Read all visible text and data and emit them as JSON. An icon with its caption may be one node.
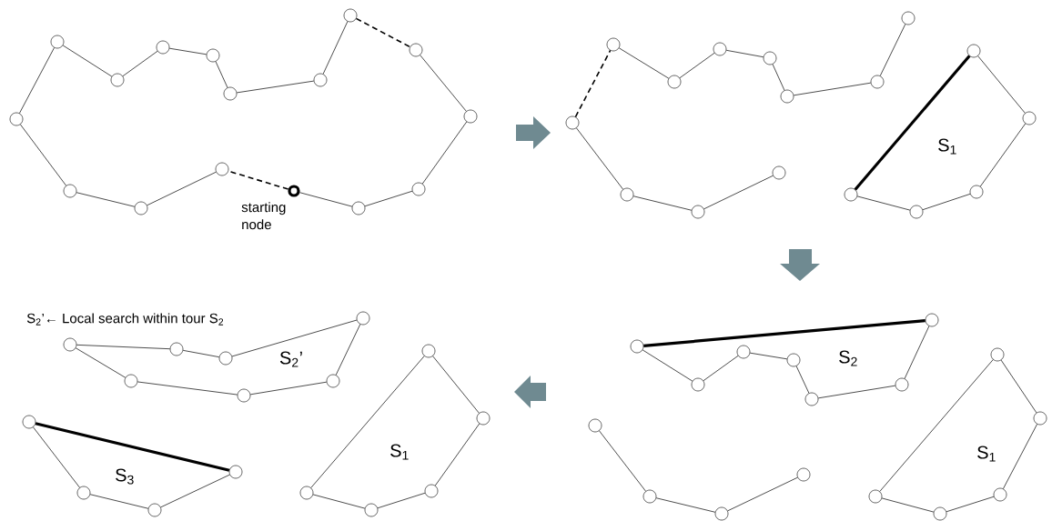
{
  "diagram": {
    "nodes": [
      {
        "text": [],
        "shape": "circle"
      },
      {
        "text": [],
        "shape": "circle"
      },
      {
        "text": [],
        "shape": "circle"
      },
      {
        "text": [],
        "shape": "circle"
      },
      {
        "text": [],
        "shape": "circle"
      },
      {
        "text": [],
        "shape": "circle"
      },
      {
        "text": [],
        "shape": "circle"
      },
      {
        "text": [],
        "shape": "circle"
      },
      {
        "text": [],
        "shape": "circle"
      },
      {
        "text": [],
        "shape": "circle"
      },
      {
        "text": [],
        "shape": "circle"
      },
      {
        "text": [],
        "shape": "circle"
      },
      {
        "text": [],
        "shape": "circle",
        "beside": [
          "starting node"
        ]
      },
      {
        "text": [],
        "shape": "circle"
      },
      {
        "text": [],
        "shape": "circle"
      },
      {
        "text": [],
        "shape": "circle"
      },
      {
        "text": [],
        "shape": "circle"
      },
      {
        "text": [],
        "shape": "circle"
      },
      {
        "text": [],
        "shape": "circle"
      },
      {
        "text": [],
        "shape": "circle"
      },
      {
        "text": [],
        "shape": "circle"
      },
      {
        "text": [],
        "shape": "circle"
      },
      {
        "text": [],
        "shape": "circle"
      },
      {
        "text": [],
        "shape": "circle"
      },
      {
        "text": [],
        "shape": "circle"
      },
      {
        "text": [],
        "shape": "circle"
      },
      {
        "text": [],
        "shape": "circle"
      },
      {
        "text": [],
        "shape": "circle"
      },
      {
        "text": [],
        "shape": "circle"
      },
      {
        "text": [],
        "shape": "circle"
      },
      {
        "text": [],
        "shape": "circle"
      },
      {
        "text": [],
        "shape": "circle"
      },
      {
        "text": [],
        "shape": "circle"
      },
      {
        "text": [],
        "shape": "circle"
      },
      {
        "text": [],
        "shape": "circle"
      },
      {
        "text": [],
        "shape": "circle"
      },
      {
        "text": [],
        "shape": "circle"
      },
      {
        "text": [],
        "shape": "circle"
      },
      {
        "text": [],
        "shape": "circle"
      },
      {
        "text": [],
        "shape": "circle"
      },
      {
        "text": [],
        "shape": "circle"
      },
      {
        "text": [],
        "shape": "circle"
      },
      {
        "text": [],
        "shape": "circle"
      },
      {
        "text": [],
        "shape": "circle"
      },
      {
        "text": [],
        "shape": "circle"
      },
      {
        "text": [],
        "shape": "circle"
      },
      {
        "text": [],
        "shape": "circle"
      },
      {
        "text": [],
        "shape": "circle"
      },
      {
        "text": [],
        "shape": "circle"
      },
      {
        "text": [],
        "shape": "circle"
      },
      {
        "text": [],
        "shape": "circle"
      },
      {
        "text": [],
        "shape": "circle"
      },
      {
        "text": [],
        "shape": "circle"
      },
      {
        "text": [],
        "shape": "circle"
      },
      {
        "text": [],
        "shape": "circle"
      },
      {
        "text": [],
        "shape": "circle"
      },
      {
        "text": [],
        "shape": "circle"
      },
      {
        "text": [],
        "shape": "circle"
      },
      {
        "text": [],
        "shape": "circle"
      },
      {
        "text": [],
        "shape": "circle"
      },
      {
        "text": [],
        "shape": "circle"
      },
      {
        "text": [],
        "shape": "circle"
      },
      {
        "text": [],
        "shape": "circle"
      },
      {
        "text": [],
        "shape": "circle"
      }
    ],
    "edges": [
      {
        "from": 0,
        "to": 1,
        "arrow": "none"
      },
      {
        "from": 1,
        "to": 2,
        "arrow": "none"
      },
      {
        "from": 2,
        "to": 3,
        "arrow": "none"
      },
      {
        "from": 3,
        "to": 4,
        "arrow": "none"
      },
      {
        "from": 4,
        "to": 5,
        "arrow": "none"
      },
      {
        "from": 5,
        "to": 6,
        "arrow": "none"
      },
      {
        "from": 6,
        "to": 7,
        "arrow": "none"
      },
      {
        "from": 7,
        "to": 8,
        "arrow": "none",
        "style": "dashed"
      },
      {
        "from": 8,
        "to": 9,
        "arrow": "none"
      },
      {
        "from": 9,
        "to": 10,
        "arrow": "none"
      },
      {
        "from": 10,
        "to": 11,
        "arrow": "none"
      },
      {
        "from": 11,
        "to": 12,
        "arrow": "none"
      },
      {
        "from": 12,
        "to": 13,
        "arrow": "none",
        "style": "dashed"
      },
      {
        "from": 13,
        "to": 14,
        "arrow": "none"
      },
      {
        "from": 14,
        "to": 15,
        "arrow": "none"
      },
      {
        "from": 15,
        "to": 0,
        "arrow": "none"
      },
      {
        "from": 16,
        "to": 17,
        "arrow": "none",
        "style": "dashed"
      },
      {
        "from": 17,
        "to": 18,
        "arrow": "none"
      },
      {
        "from": 18,
        "to": 19,
        "arrow": "none"
      },
      {
        "from": 19,
        "to": 20,
        "arrow": "none"
      },
      {
        "from": 20,
        "to": 21,
        "arrow": "none"
      },
      {
        "from": 21,
        "to": 22,
        "arrow": "none"
      },
      {
        "from": 22,
        "to": 23,
        "arrow": "none"
      },
      {
        "from": 16,
        "to": 24,
        "arrow": "none"
      },
      {
        "from": 24,
        "to": 25,
        "arrow": "none"
      },
      {
        "from": 25,
        "to": 26,
        "arrow": "none"
      },
      {
        "from": 27,
        "to": 28,
        "arrow": "none"
      },
      {
        "from": 28,
        "to": 29,
        "arrow": "none"
      },
      {
        "from": 29,
        "to": 30,
        "arrow": "none"
      },
      {
        "from": 30,
        "to": 31,
        "arrow": "none"
      },
      {
        "from": 31,
        "to": 27,
        "arrow": "none",
        "style": "thick"
      },
      {
        "from": 32,
        "to": 33,
        "arrow": "none"
      },
      {
        "from": 33,
        "to": 34,
        "arrow": "none"
      },
      {
        "from": 34,
        "to": 35,
        "arrow": "none"
      },
      {
        "from": 35,
        "to": 36,
        "arrow": "none"
      },
      {
        "from": 36,
        "to": 37,
        "arrow": "none"
      },
      {
        "from": 37,
        "to": 38,
        "arrow": "none"
      },
      {
        "from": 38,
        "to": 32,
        "arrow": "none",
        "style": "thick"
      },
      {
        "from": 39,
        "to": 40,
        "arrow": "none"
      },
      {
        "from": 40,
        "to": 41,
        "arrow": "none"
      },
      {
        "from": 41,
        "to": 42,
        "arrow": "none"
      },
      {
        "from": 43,
        "to": 44,
        "arrow": "none"
      },
      {
        "from": 44,
        "to": 45,
        "arrow": "none"
      },
      {
        "from": 45,
        "to": 46,
        "arrow": "none"
      },
      {
        "from": 46,
        "to": 47,
        "arrow": "none"
      },
      {
        "from": 47,
        "to": 43,
        "arrow": "none"
      },
      {
        "from": 48,
        "to": 49,
        "arrow": "none"
      },
      {
        "from": 49,
        "to": 50,
        "arrow": "none"
      },
      {
        "from": 50,
        "to": 51,
        "arrow": "none"
      },
      {
        "from": 51,
        "to": 52,
        "arrow": "none"
      },
      {
        "from": 52,
        "to": 53,
        "arrow": "none"
      },
      {
        "from": 53,
        "to": 54,
        "arrow": "none"
      },
      {
        "from": 54,
        "to": 48,
        "arrow": "none"
      },
      {
        "from": 55,
        "to": 56,
        "arrow": "none"
      },
      {
        "from": 56,
        "to": 57,
        "arrow": "none"
      },
      {
        "from": 57,
        "to": 58,
        "arrow": "none"
      },
      {
        "from": 58,
        "to": 55,
        "arrow": "none",
        "style": "thick"
      },
      {
        "from": 59,
        "to": 60,
        "arrow": "none"
      },
      {
        "from": 60,
        "to": 61,
        "arrow": "none"
      },
      {
        "from": 61,
        "to": 62,
        "arrow": "none"
      },
      {
        "from": 62,
        "to": 63,
        "arrow": "none"
      },
      {
        "from": 63,
        "to": 59,
        "arrow": "none"
      }
    ],
    "labels": [
      "S$_{1}$",
      "S$_{2}$’← Local search within tour S$_{2}$",
      "S$_{2}$’",
      "S$_{2}$",
      "S$_{1}$",
      "S$_{1}$",
      "S$_{3}$"
    ]
  }
}
